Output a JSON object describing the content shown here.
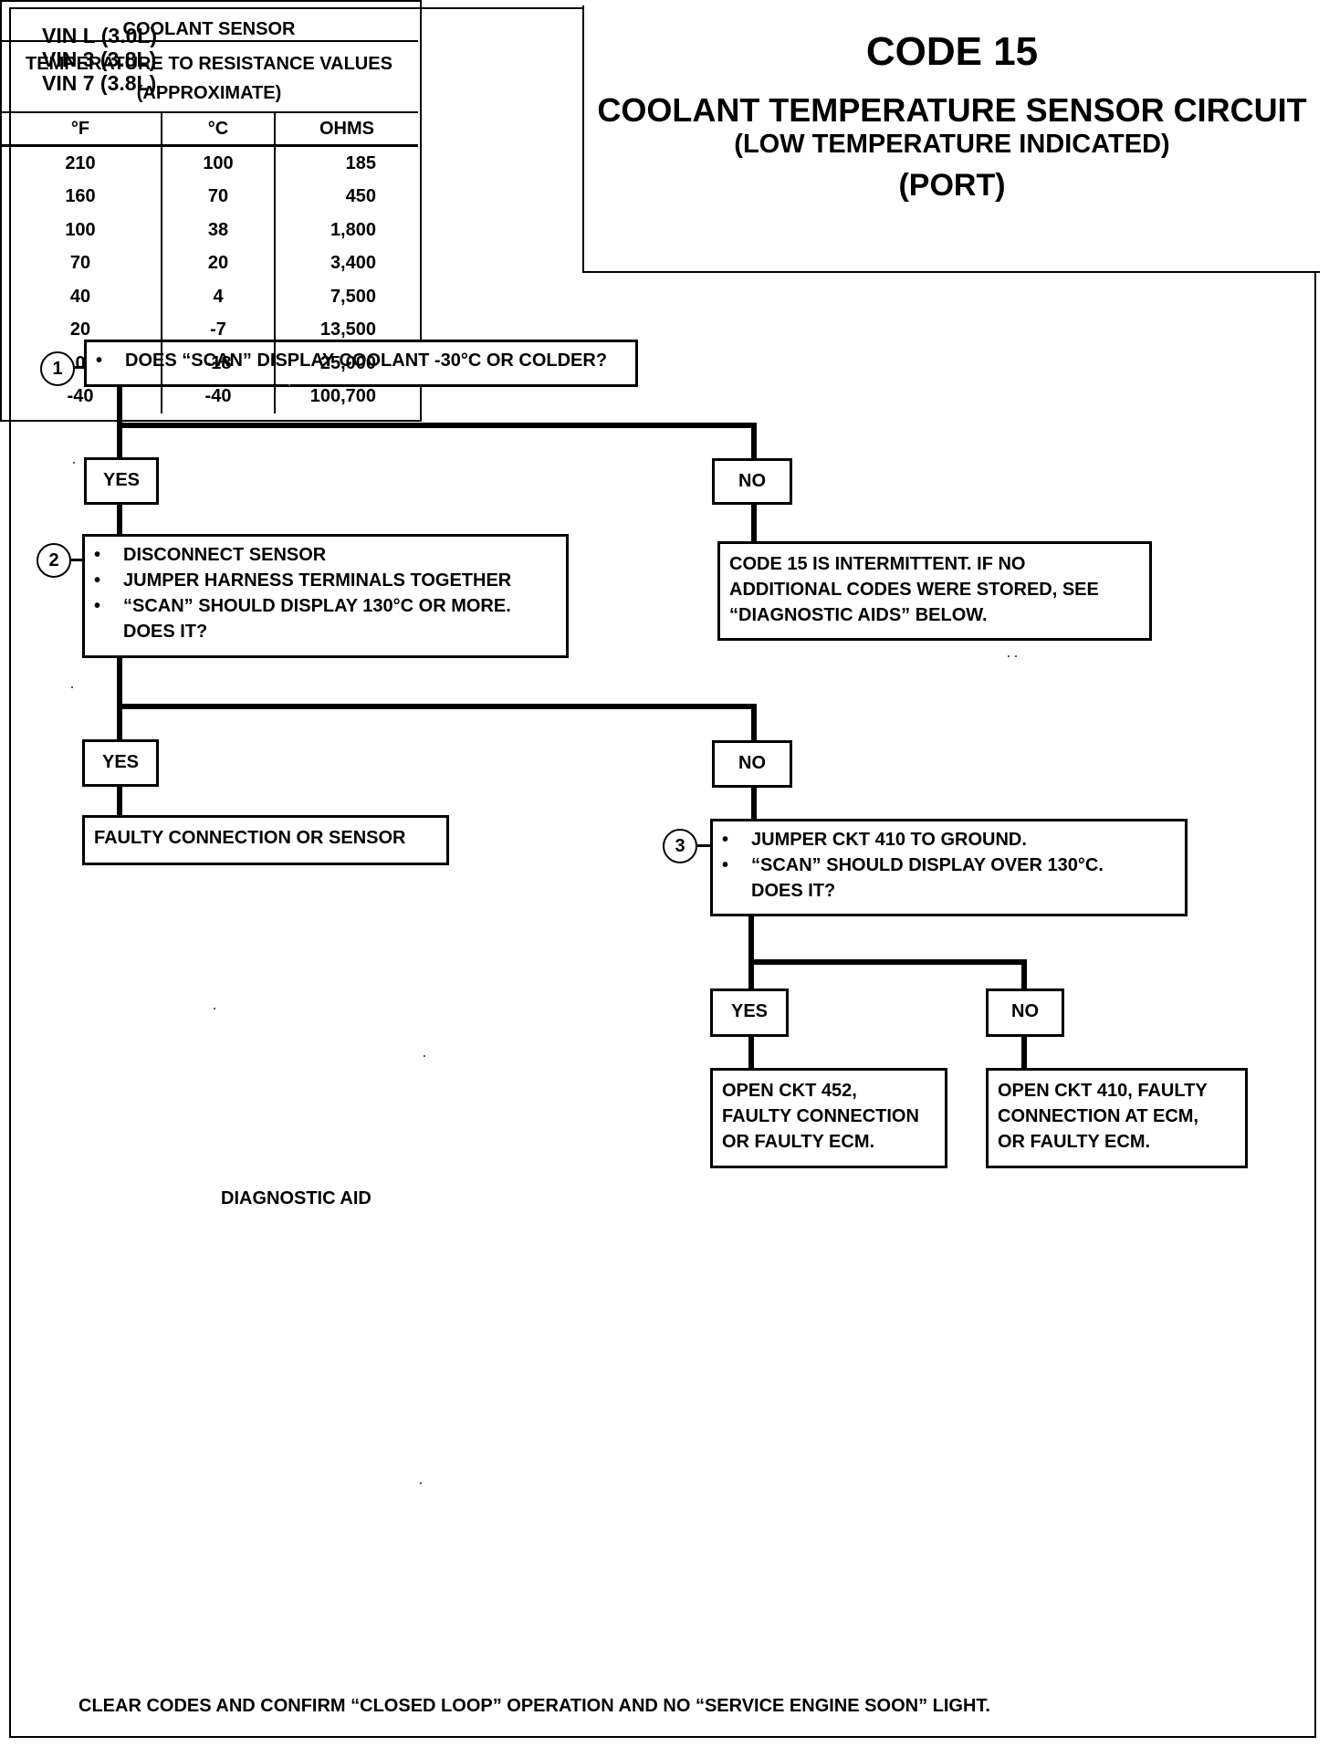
{
  "vin_list": [
    "VIN L (3.0L)",
    "VIN 3 (3.8L)",
    "VIN 7 (3.8L)"
  ],
  "header": {
    "code": "CODE 15",
    "title": "COOLANT TEMPERATURE SENSOR CIRCUIT",
    "subtitle": "(LOW TEMPERATURE INDICATED)",
    "system": "(PORT)"
  },
  "steps": [
    {
      "number": "1",
      "lines": [
        "DOES “SCAN” DISPLAY COOLANT -30°C OR COLDER?"
      ]
    },
    {
      "number": "2",
      "lines": [
        "DISCONNECT SENSOR",
        "JUMPER HARNESS TERMINALS TOGETHER",
        "“SCAN” SHOULD DISPLAY 130°C OR MORE.",
        "DOES IT?"
      ]
    },
    {
      "number": "3",
      "lines": [
        "JUMPER CKT 410 TO GROUND.",
        "“SCAN” SHOULD DISPLAY OVER 130°C.",
        "DOES IT?"
      ]
    }
  ],
  "labels": {
    "yes": "YES",
    "no": "NO"
  },
  "results": {
    "intermittent": [
      "CODE 15 IS INTERMITTENT.  IF NO",
      "ADDITIONAL CODES WERE STORED,  SEE",
      "“DIAGNOSTIC AIDS”  BELOW."
    ],
    "faulty_connection": "FAULTY CONNECTION OR SENSOR",
    "open_452": [
      "OPEN CKT 452,",
      "FAULTY CONNECTION",
      "OR FAULTY ECM."
    ],
    "open_410": [
      "OPEN CKT 410, FAULTY",
      "CONNECTION AT ECM,",
      "OR FAULTY ECM."
    ]
  },
  "diagnostic_aid": {
    "label": "DIAGNOSTIC  AID",
    "table_title": "COOLANT SENSOR",
    "table_subtitle": "TEMPERATURE TO RESISTANCE VALUES",
    "table_note": "(APPROXIMATE)",
    "columns": [
      "°F",
      "°C",
      "OHMS"
    ],
    "rows": [
      [
        "210",
        "100",
        "185"
      ],
      [
        "160",
        "70",
        "450"
      ],
      [
        "100",
        "38",
        "1,800"
      ],
      [
        "70",
        "20",
        "3,400"
      ],
      [
        "40",
        "4",
        "7,500"
      ],
      [
        "20",
        "-7",
        "13,500"
      ],
      [
        "0",
        "-18",
        "25,000"
      ],
      [
        "-40",
        "-40",
        "100,700"
      ]
    ]
  },
  "footer": "CLEAR CODES AND CONFIRM “CLOSED LOOP”  OPERATION AND NO “SERVICE ENGINE SOON” LIGHT."
}
